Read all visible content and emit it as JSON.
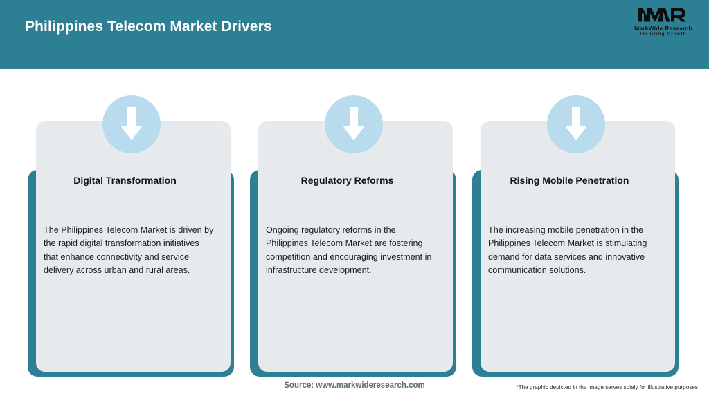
{
  "header": {
    "title": "Philippines Telecom Market Drivers",
    "background_color": "#2d7f93",
    "title_color": "#ffffff"
  },
  "logo": {
    "mark": "MWR",
    "name": "MarkWide Research",
    "tagline": "Inspiring Growth"
  },
  "theme": {
    "teal": "#2d7f93",
    "card_grey": "#e7eaec",
    "badge_blue": "#b8dced",
    "arrow_white": "#ffffff"
  },
  "cards": [
    {
      "icon": "down-arrow-icon",
      "title": "Digital Transformation",
      "body": "The Philippines Telecom Market is driven by the rapid digital transformation initiatives that enhance connectivity and service delivery across urban and rural areas."
    },
    {
      "icon": "down-arrow-icon",
      "title": "Regulatory Reforms",
      "body": "Ongoing regulatory reforms in the Philippines Telecom Market are fostering competition and encouraging investment in infrastructure development."
    },
    {
      "icon": "down-arrow-icon",
      "title": "Rising Mobile Penetration",
      "body": "The increasing mobile penetration in the Philippines Telecom Market is stimulating demand for data services and innovative communication solutions."
    }
  ],
  "footer": {
    "source": "Source: www.markwideresearch.com",
    "disclaimer": "*The graphic depicted in the image serves solely for illustrative purposes"
  }
}
